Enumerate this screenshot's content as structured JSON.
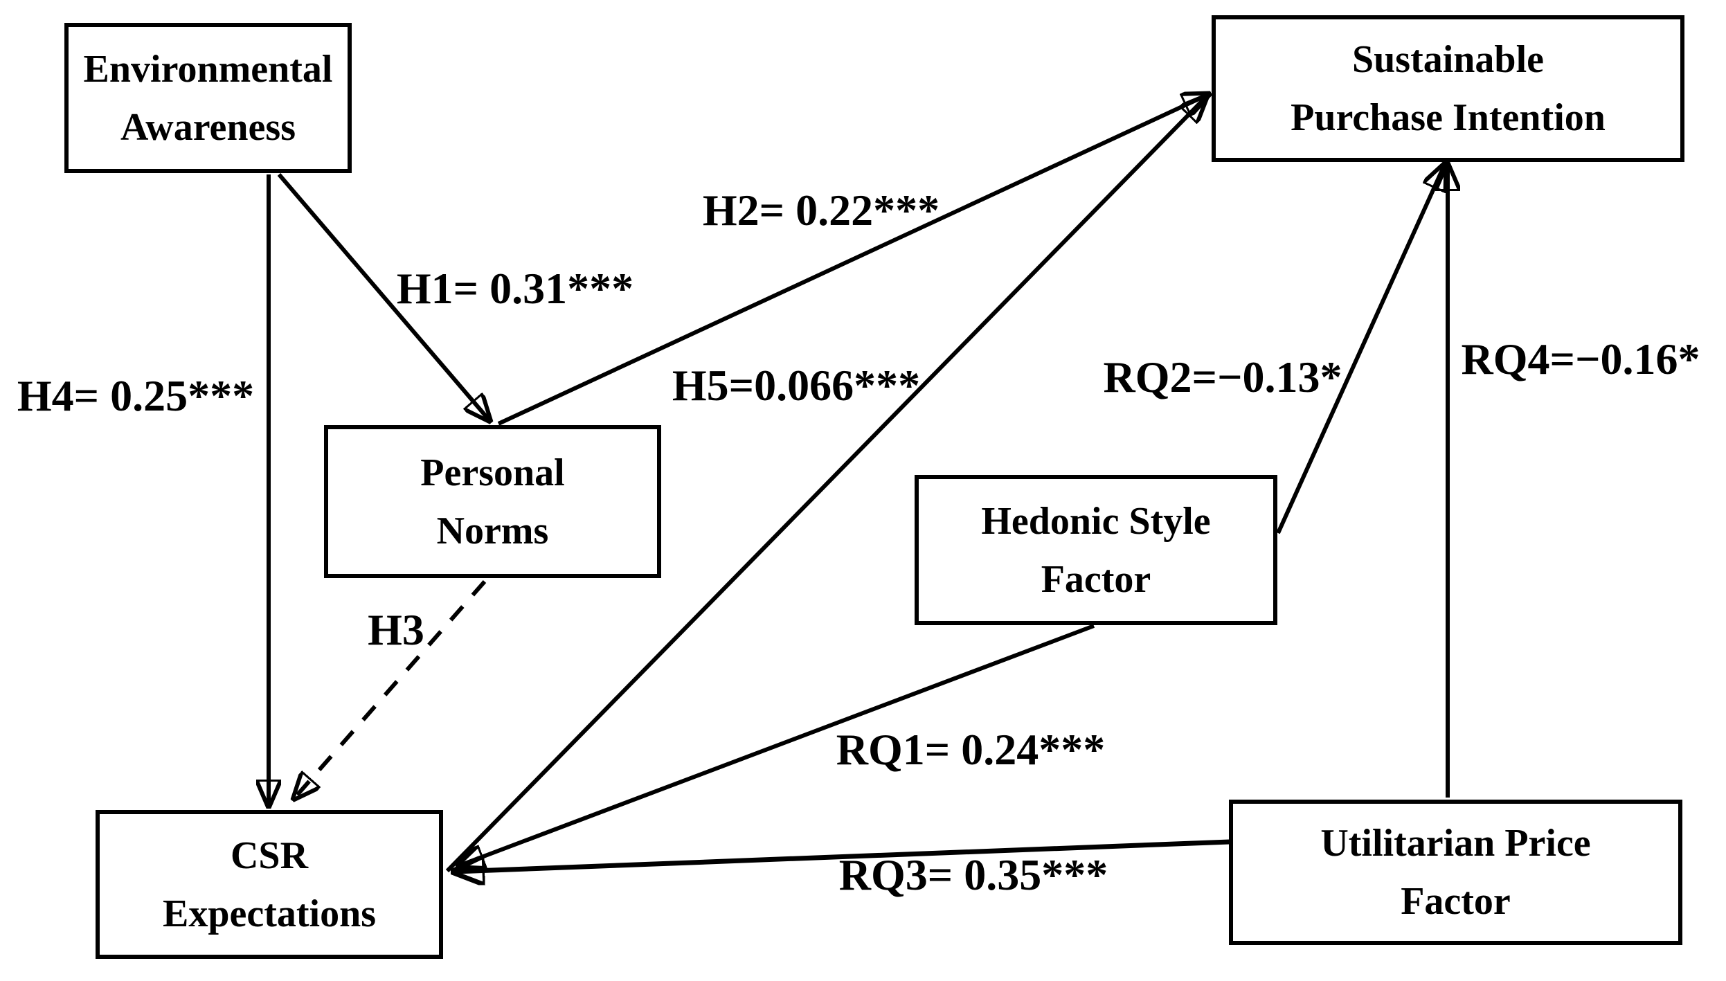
{
  "figure": {
    "background_color": "#ffffff",
    "line_color": "#000000",
    "text_color": "#000000"
  },
  "nodes": {
    "environmental_awareness": {
      "label": "Environmental\nAwareness"
    },
    "sustainable_purchase_intention": {
      "label": "Sustainable\nPurchase Intention"
    },
    "personal_norms": {
      "label": "Personal\nNorms"
    },
    "hedonic_style_factor": {
      "label": "Hedonic Style\nFactor"
    },
    "csr_expectations": {
      "label": "CSR\nExpectations"
    },
    "utilitarian_price_factor": {
      "label": "Utilitarian Price\nFactor"
    }
  },
  "edges": {
    "h1": {
      "label": "H1= 0.31***",
      "from": "Environmental Awareness",
      "to": "Personal Norms",
      "line": "solid"
    },
    "h2": {
      "label": "H2= 0.22***",
      "from": "Personal Norms",
      "to": "Sustainable Purchase Intention",
      "line": "solid"
    },
    "h3": {
      "label": "H3",
      "from": "Personal Norms",
      "to": "CSR Expectations",
      "line": "dashed"
    },
    "h4": {
      "label": "H4= 0.25***",
      "from": "Environmental Awareness",
      "to": "CSR Expectations",
      "line": "solid"
    },
    "h5": {
      "label": "H5=0.066***",
      "from": "CSR Expectations",
      "to": "Sustainable Purchase Intention",
      "line": "solid"
    },
    "rq1": {
      "label": "RQ1= 0.24***",
      "from": "Hedonic Style Factor",
      "to": "CSR Expectations",
      "line": "solid"
    },
    "rq2": {
      "label": "RQ2=−0.13*",
      "from": "Hedonic Style Factor",
      "to": "Sustainable Purchase Intention",
      "line": "solid"
    },
    "rq3": {
      "label": "RQ3= 0.35***",
      "from": "Utilitarian Price Factor",
      "to": "CSR Expectations",
      "line": "solid"
    },
    "rq4": {
      "label": "RQ4=−0.16*",
      "from": "Utilitarian Price Factor",
      "to": "Sustainable Purchase Intention",
      "line": "solid"
    }
  }
}
